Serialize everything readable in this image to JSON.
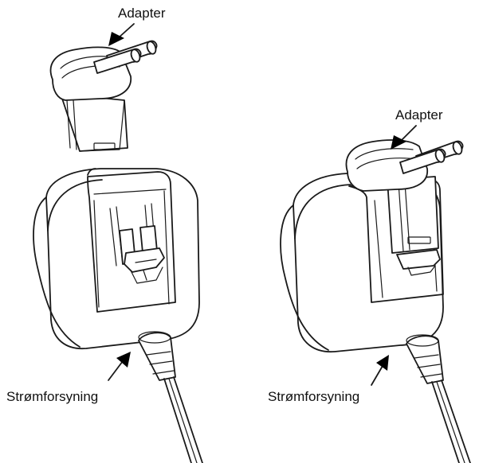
{
  "labels": {
    "left_adapter": "Adapter",
    "right_adapter": "Adapter",
    "left_power_supply": "Strømforsyning",
    "right_power_supply": "Strømforsyning"
  }
}
